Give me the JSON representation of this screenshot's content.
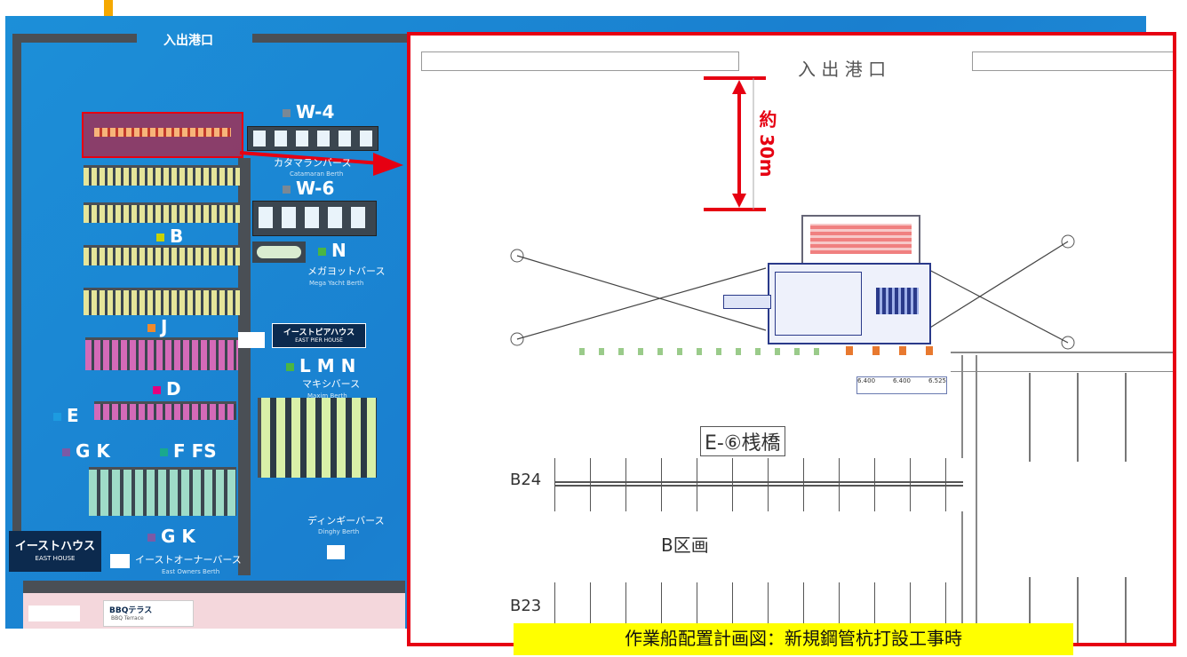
{
  "map": {
    "harbor_entrance": "入出港口",
    "w4": "W-4",
    "catamaran_jp": "カタマランバース",
    "catamaran_en": "Catamaran Berth",
    "w6": "W-6",
    "b": "B",
    "n": "N",
    "megayacht_jp": "メガヨットバース",
    "megayacht_en": "Mega Yacht Berth",
    "j": "J",
    "eastpier_jp": "イーストピアハウス",
    "eastpier_en": "EAST PIER HOUSE",
    "lmn": "L M N",
    "maxim_jp": "マキシバース",
    "maxim_en": "Maxim Berth",
    "d": "D",
    "e": "E",
    "gk": "G K",
    "ffs": "F FS",
    "gk2": "G K",
    "dinghy_jp": "ディンギーバース",
    "dinghy_en": "Dinghy Berth",
    "easthouse_jp": "イーストハウス",
    "easthouse_en": "EAST HOUSE",
    "eastowners_jp": "イーストオーナーバース",
    "eastowners_en": "East Owners Berth",
    "bbq_jp": "BBQテラス",
    "bbq_en": "BBQ Terrace"
  },
  "drawing": {
    "harbor_entrance": "入 出 港 口",
    "distance": "約 30m",
    "pier_label": "E-⑥桟橋",
    "b24": "B24",
    "b23": "B23",
    "block": "B区画",
    "dims": [
      "6.400",
      "6.400",
      "6.525"
    ]
  },
  "caption": "作業船配置計画図：新規鋼管杭打設工事時",
  "colors": {
    "sea": "#1c8fd8",
    "highlight": "#e60012",
    "arrow": "#f5a800",
    "caption_bg": "#ffff00"
  }
}
